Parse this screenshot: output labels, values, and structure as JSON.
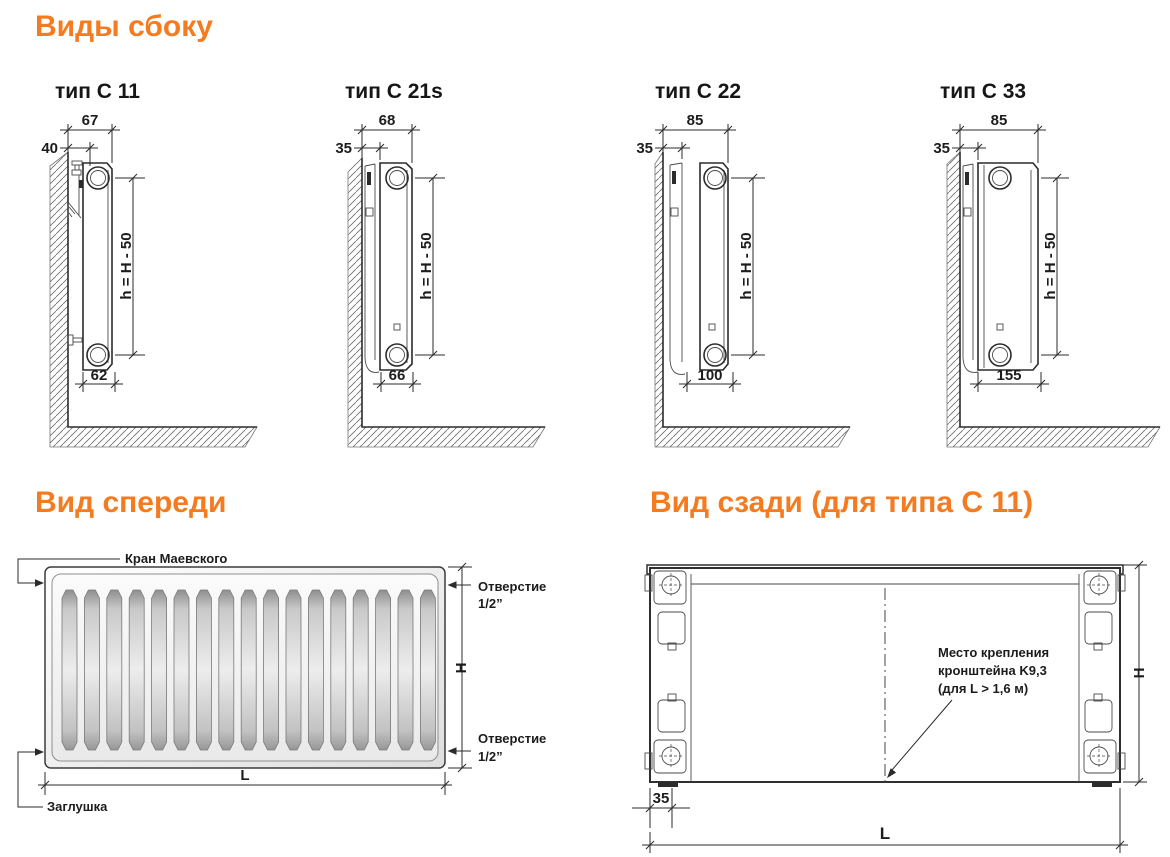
{
  "titles": {
    "side_views": "Виды сбоку",
    "front_view": "Вид спереди",
    "back_view": "Вид сзади (для типа C 11)"
  },
  "accent_color": "#F47B20",
  "side_views": [
    {
      "label": "тип C 11",
      "dim_top": "67",
      "dim_wall": "40",
      "dim_height": "h = H - 50",
      "dim_bottom": "62"
    },
    {
      "label": "тип C 21s",
      "dim_top": "68",
      "dim_wall": "35",
      "dim_height": "h = H - 50",
      "dim_bottom": "66"
    },
    {
      "label": "тип C 22",
      "dim_top": "85",
      "dim_wall": "35",
      "dim_height": "h = H - 50",
      "dim_bottom": "100"
    },
    {
      "label": "тип C 33",
      "dim_top": "85",
      "dim_wall": "35",
      "dim_height": "h = H - 50",
      "dim_bottom": "155"
    }
  ],
  "front_view": {
    "label_bleed_valve": "Кран Маевского",
    "label_plug": "Заглушка",
    "label_hole": "Отверстие",
    "label_hole_size": "1/2”",
    "dim_height": "H",
    "dim_length": "L"
  },
  "back_view": {
    "note_line1": "Место крепления",
    "note_line2": "кронштейна K9,3",
    "note_line3": "(для L > 1,6 м)",
    "dim_offset": "35",
    "dim_height": "H",
    "dim_length": "L"
  }
}
